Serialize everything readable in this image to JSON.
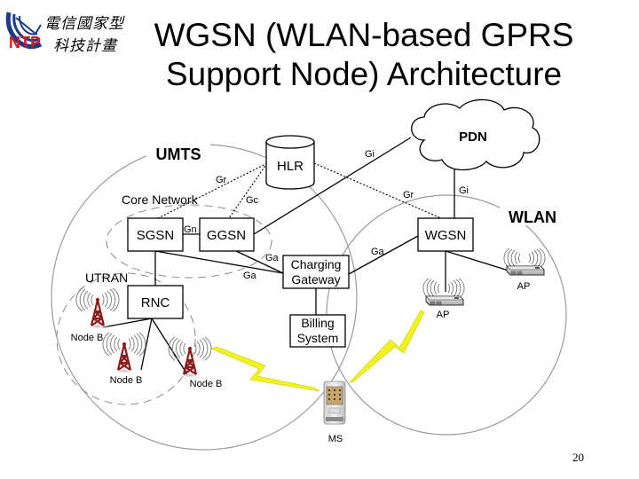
{
  "logo": {
    "chinese_line1": "電信國家型",
    "ntp": "NTP",
    "chinese_line2": "科技計畫"
  },
  "title": {
    "line1": "WGSN (WLAN-based GPRS",
    "line2": "Support Node) Architecture"
  },
  "page_number": "20",
  "diagram": {
    "regions": {
      "umts": "UMTS",
      "wlan": "WLAN",
      "core_network": "Core Network",
      "utran": "UTRAN"
    },
    "nodes": {
      "pdn": "PDN",
      "hlr": "HLR",
      "sgsn": "SGSN",
      "ggsn": "GGSN",
      "wgsn": "WGSN",
      "rnc": "RNC",
      "charging_line1": "Charging",
      "charging_line2": "Gateway",
      "billing_line1": "Billing",
      "billing_line2": "System",
      "node_b_1": "Node B",
      "node_b_2": "Node B",
      "node_b_3": "Node B",
      "ap_1": "AP",
      "ap_2": "AP",
      "ms": "MS"
    },
    "interfaces": {
      "hlr_sgsn": "Gr",
      "hlr_ggsn": "Gc",
      "hlr_wgsn": "Gr",
      "ggsn_pdn": "Gi",
      "wgsn_pdn": "Gi",
      "sgsn_ggsn": "Gn",
      "ggsn_charging": "Ga",
      "sgsn_charging": "Ga",
      "wgsn_charging": "Ga"
    },
    "colors": {
      "region_circle": "#9a9a9a",
      "dashed_region": "#8a8a8a",
      "tower": "#8b1a1a",
      "radio_link": "#f2f21e",
      "logo_red": "#d8141c",
      "logo_blue": "#1a3a8a"
    }
  }
}
